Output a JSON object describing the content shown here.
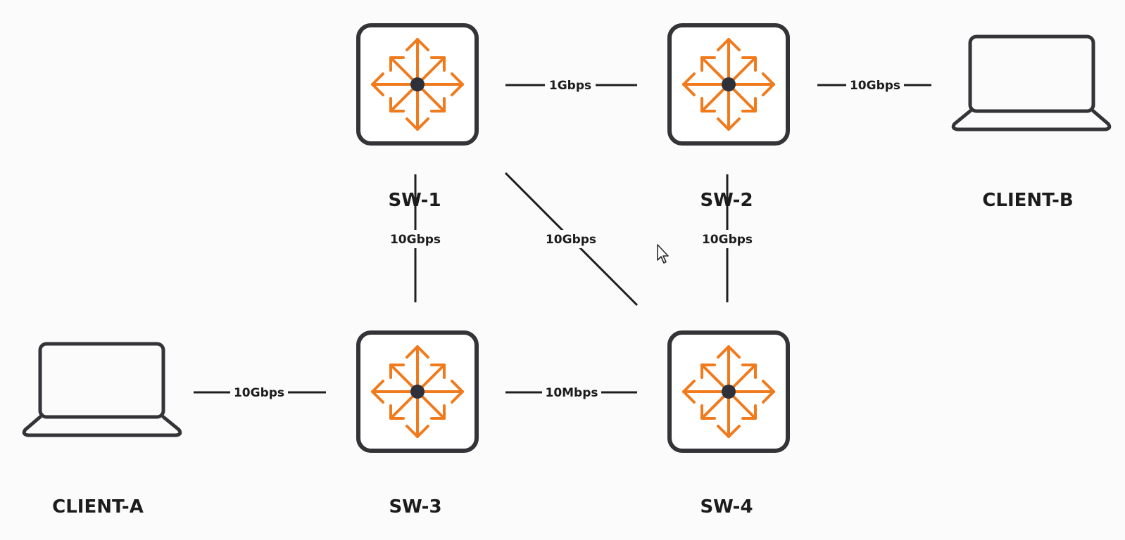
{
  "colors": {
    "accent": "#f07a1c",
    "outline": "#333338",
    "text": "#1c1c1c",
    "background": "#fbfbfb"
  },
  "devices": {
    "sw1": {
      "label": "SW-1",
      "icon": "switch-icon"
    },
    "sw2": {
      "label": "SW-2",
      "icon": "switch-icon"
    },
    "sw3": {
      "label": "SW-3",
      "icon": "switch-icon"
    },
    "sw4": {
      "label": "SW-4",
      "icon": "switch-icon"
    },
    "client_a": {
      "label": "CLIENT-A",
      "icon": "laptop-icon"
    },
    "client_b": {
      "label": "CLIENT-B",
      "icon": "laptop-icon"
    }
  },
  "links": {
    "sw1_sw2": {
      "from": "SW-1",
      "to": "SW-2",
      "speed": "1Gbps"
    },
    "sw2_client_b": {
      "from": "SW-2",
      "to": "CLIENT-B",
      "speed": "10Gbps"
    },
    "sw1_sw3": {
      "from": "SW-1",
      "to": "SW-3",
      "speed": "10Gbps"
    },
    "sw1_sw4": {
      "from": "SW-1",
      "to": "SW-4",
      "speed": "10Gbps"
    },
    "sw2_sw4": {
      "from": "SW-2",
      "to": "SW-4",
      "speed": "10Gbps"
    },
    "client_a_sw3": {
      "from": "CLIENT-A",
      "to": "SW-3",
      "speed": "10Gbps"
    },
    "sw3_sw4": {
      "from": "SW-3",
      "to": "SW-4",
      "speed": "10Mbps"
    }
  },
  "cursor": {
    "icon": "mouse-pointer-icon"
  }
}
